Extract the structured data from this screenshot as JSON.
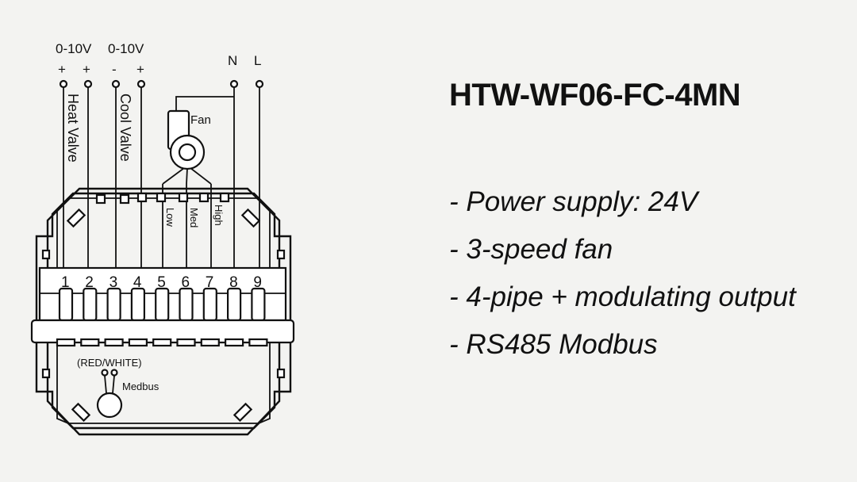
{
  "diagram": {
    "top_labels": {
      "heat_range": "0-10V",
      "cool_range": "0-10V",
      "heat_plus_a": "+",
      "heat_plus_b": "+",
      "cool_minus": "-",
      "cool_plus": "+",
      "neutral": "N",
      "line": "L"
    },
    "wire_labels": {
      "heat_valve": "Heat Valve",
      "cool_valve": "Cool Valve",
      "fan": "Fan",
      "low": "Low",
      "med": "Med",
      "high": "High"
    },
    "terminals": [
      "1",
      "2",
      "3",
      "4",
      "5",
      "6",
      "7",
      "8",
      "9"
    ],
    "modbus_wires": "(RED/WHITE)",
    "modbus_label": "Medbus"
  },
  "spec": {
    "model": "HTW-WF06-FC-4MN",
    "features": [
      "- Power supply: 24V",
      "- 3-speed fan",
      "- 4-pipe + modulating output",
      "- RS485 Modbus"
    ]
  }
}
